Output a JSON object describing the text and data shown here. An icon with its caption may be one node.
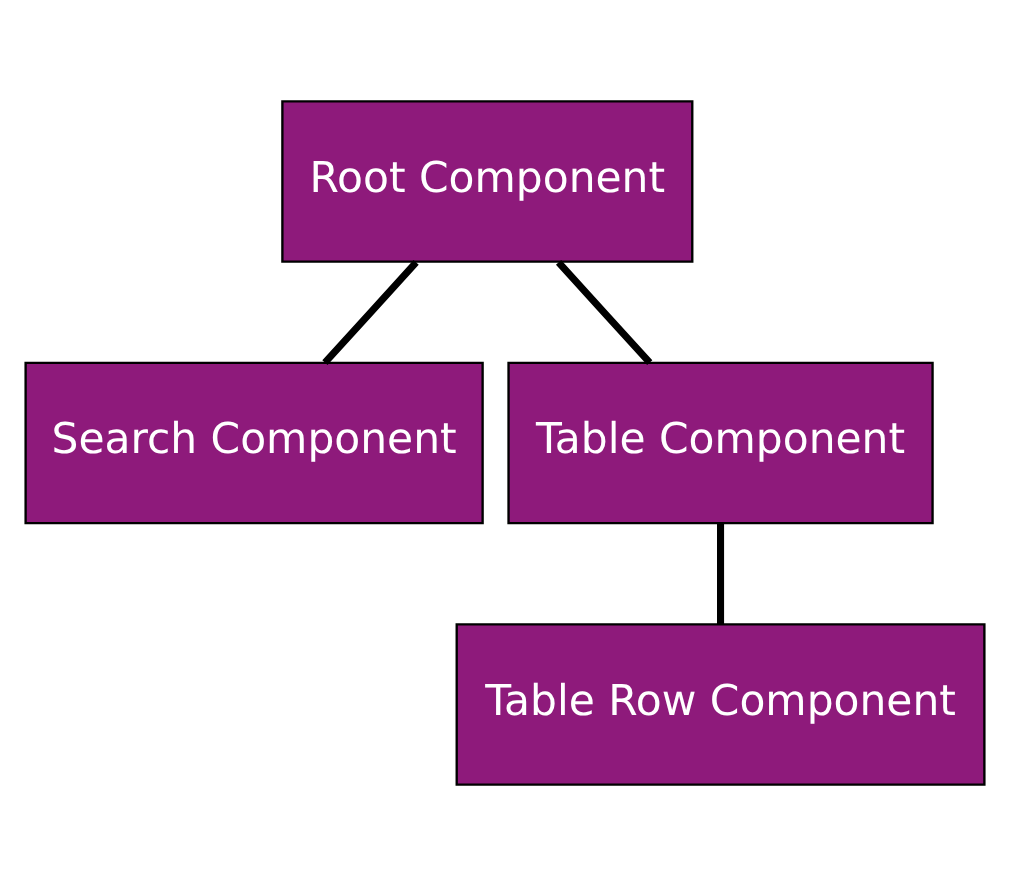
{
  "diagram": {
    "nodes": [
      {
        "text": [
          "Root Component"
        ]
      },
      {
        "text": [
          "Search Component"
        ]
      },
      {
        "text": [
          "Table Component"
        ]
      },
      {
        "text": [
          "Table Row Component"
        ]
      }
    ],
    "edges": [
      {
        "from": 0,
        "to": 1,
        "arrow": "none"
      },
      {
        "from": 0,
        "to": 2,
        "arrow": "none"
      },
      {
        "from": 2,
        "to": 3,
        "arrow": "none"
      }
    ]
  }
}
